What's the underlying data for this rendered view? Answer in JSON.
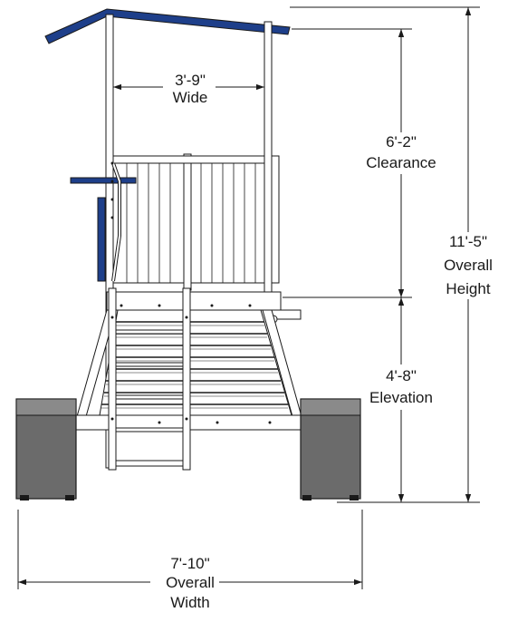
{
  "colors": {
    "roof": "#1e3f8a",
    "post": "#ffffff",
    "outline": "#1a1a1a",
    "pontoon": "#6b6b6b",
    "pontoon_top": "#8a8a8a"
  },
  "dimensions": {
    "deck_width": {
      "value": "3'-9\"",
      "label": "Wide"
    },
    "clearance": {
      "value": "6'-2\"",
      "label": "Clearance"
    },
    "overall_height": {
      "value": "11'-5\"",
      "label1": "Overall",
      "label2": "Height"
    },
    "elevation": {
      "value": "4'-8\"",
      "label": "Elevation"
    },
    "overall_width": {
      "value": "7'-10\"",
      "label1": "Overall",
      "label2": "Width"
    }
  }
}
